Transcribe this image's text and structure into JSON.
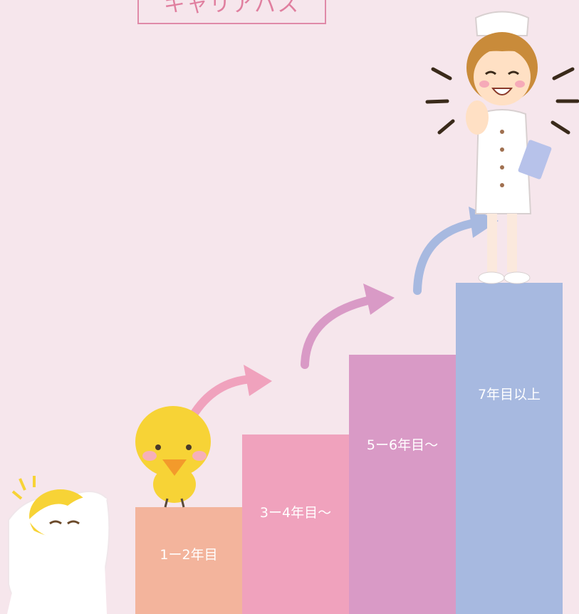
{
  "title": "キャリアパス",
  "steps": [
    {
      "label": "1ー2年目",
      "color": "#f3b49c"
    },
    {
      "label": "3ー4年目〜",
      "color": "#f0a2bd"
    },
    {
      "label": "5ー6年目〜",
      "color": "#d99ac6"
    },
    {
      "label": "7年目以上",
      "color": "#a7b9e0"
    }
  ],
  "arrows": {
    "colors": [
      "#f0a2bd",
      "#d99ac6",
      "#a7b9e0"
    ]
  },
  "figures": [
    "hatching-chick",
    "chick",
    "nurse"
  ]
}
